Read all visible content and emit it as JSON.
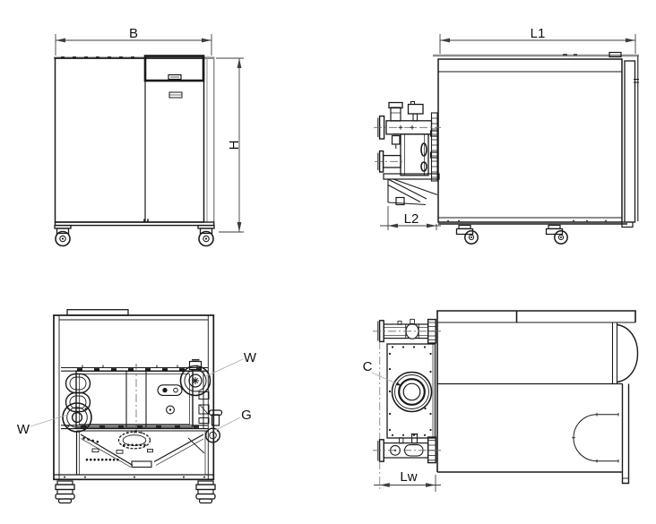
{
  "colors": {
    "background": "#ffffff",
    "line": "#1a1a1a",
    "line_gray": "#8e8e8e",
    "dimension": "#3d3d3d",
    "leader": "#adadad",
    "text": "#111111"
  },
  "labels": {
    "b": "B",
    "h": "H",
    "l1": "L1",
    "l2": "L2",
    "w_upper": "W",
    "w_lower": "W",
    "g": "G",
    "c": "C",
    "lw": "Lw"
  }
}
